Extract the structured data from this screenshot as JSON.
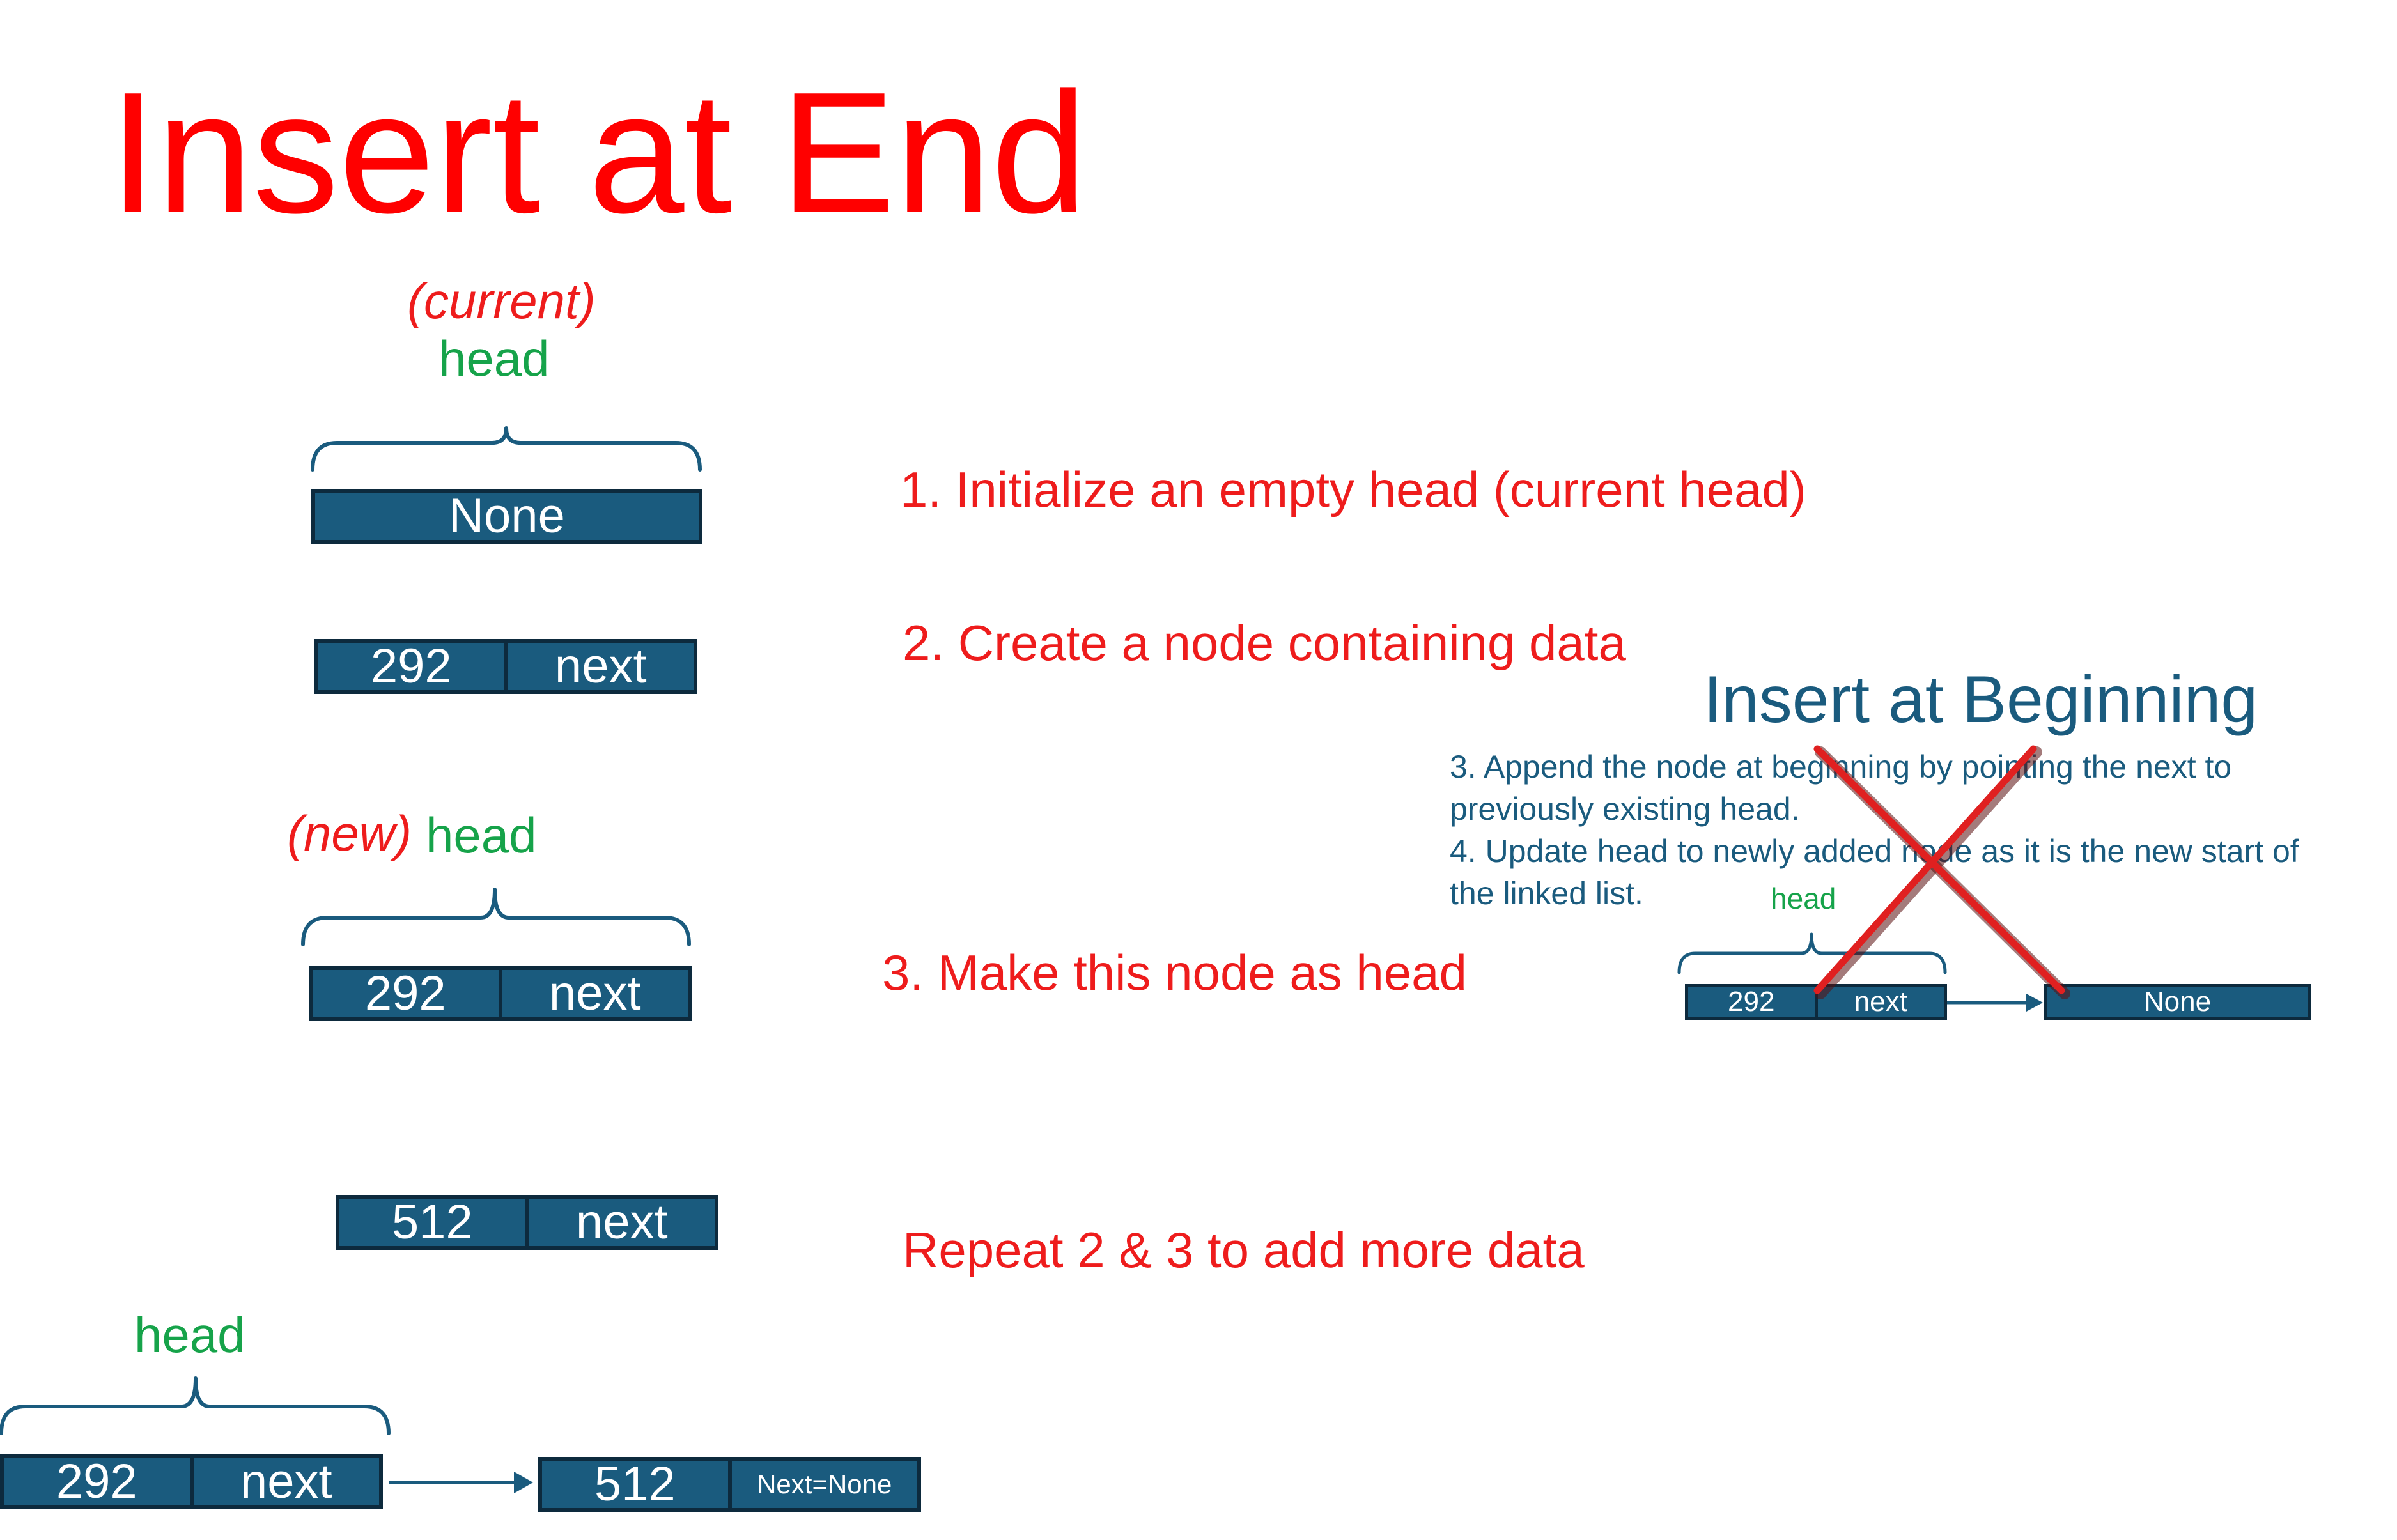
{
  "title": "Insert at End",
  "labels": {
    "current": "(current)",
    "head": "head",
    "new": "(new)"
  },
  "steps": {
    "step1": "1. Initialize an empty head (current head)",
    "step2": "2. Create a node containing data",
    "step3": "3. Make this node as head",
    "repeat": "Repeat 2 & 3 to add more data"
  },
  "nodes": {
    "none_value": "None",
    "first_data": "292",
    "first_next": "next",
    "second_data": "512",
    "second_next": "next",
    "last_next": "Next=None"
  },
  "inset": {
    "title": "Insert at Beginning",
    "line1": "3. Append the node at beginning by pointing the next to",
    "line2": "previously existing head.",
    "line3": "4. Update head to newly added node as it is the new start of",
    "line4": "the linked list.",
    "head": "head",
    "node_data": "292",
    "node_next": "next",
    "none": "None",
    "crossed_out": true
  },
  "colors": {
    "title_red": "#ff0000",
    "red": "#ee1c1c",
    "green": "#16a34a",
    "node_fill": "#1a5b7e",
    "node_border": "#0d2a3d",
    "cross": "#e02020"
  }
}
